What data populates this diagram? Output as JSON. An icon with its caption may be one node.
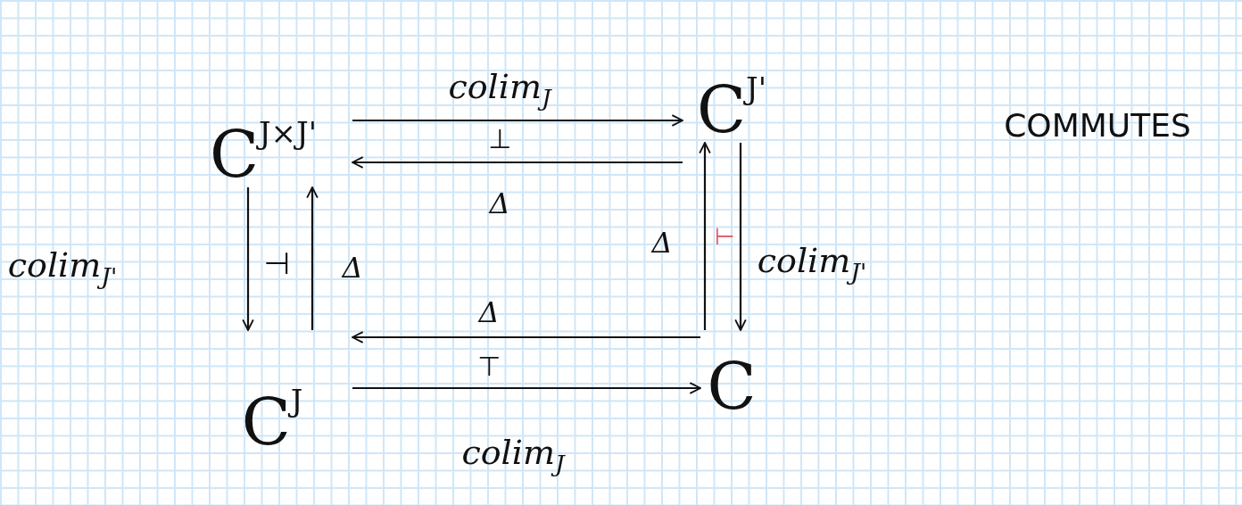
{
  "diagram": {
    "nodes": [
      {
        "text": [
          "C$^{J×J'}$"
        ]
      },
      {
        "text": [
          "C$^{J'}$"
        ]
      },
      {
        "text": [
          "C$^{J}$"
        ]
      },
      {
        "text": [
          "C"
        ]
      }
    ],
    "edges": [
      {
        "from": 0,
        "to": 1,
        "arrow": "to",
        "label": "colim$_{J}$"
      },
      {
        "from": 1,
        "to": 0,
        "arrow": "to",
        "label": "Δ"
      },
      {
        "from": 0,
        "to": 2,
        "arrow": "to",
        "label": "colim$_{J'}$"
      },
      {
        "from": 2,
        "to": 0,
        "arrow": "to",
        "label": "Δ"
      },
      {
        "from": 3,
        "to": 2,
        "arrow": "to",
        "label": "Δ"
      },
      {
        "from": 2,
        "to": 3,
        "arrow": "to",
        "label": "colim$_{J}$"
      },
      {
        "from": 3,
        "to": 1,
        "arrow": "to",
        "label": "Δ"
      },
      {
        "from": 1,
        "to": 3,
        "arrow": "to",
        "label": "colim$_{J'}$"
      }
    ],
    "labels": [
      "⊥",
      "⊣",
      "⊤",
      "⊢",
      "COMMUTES"
    ]
  }
}
